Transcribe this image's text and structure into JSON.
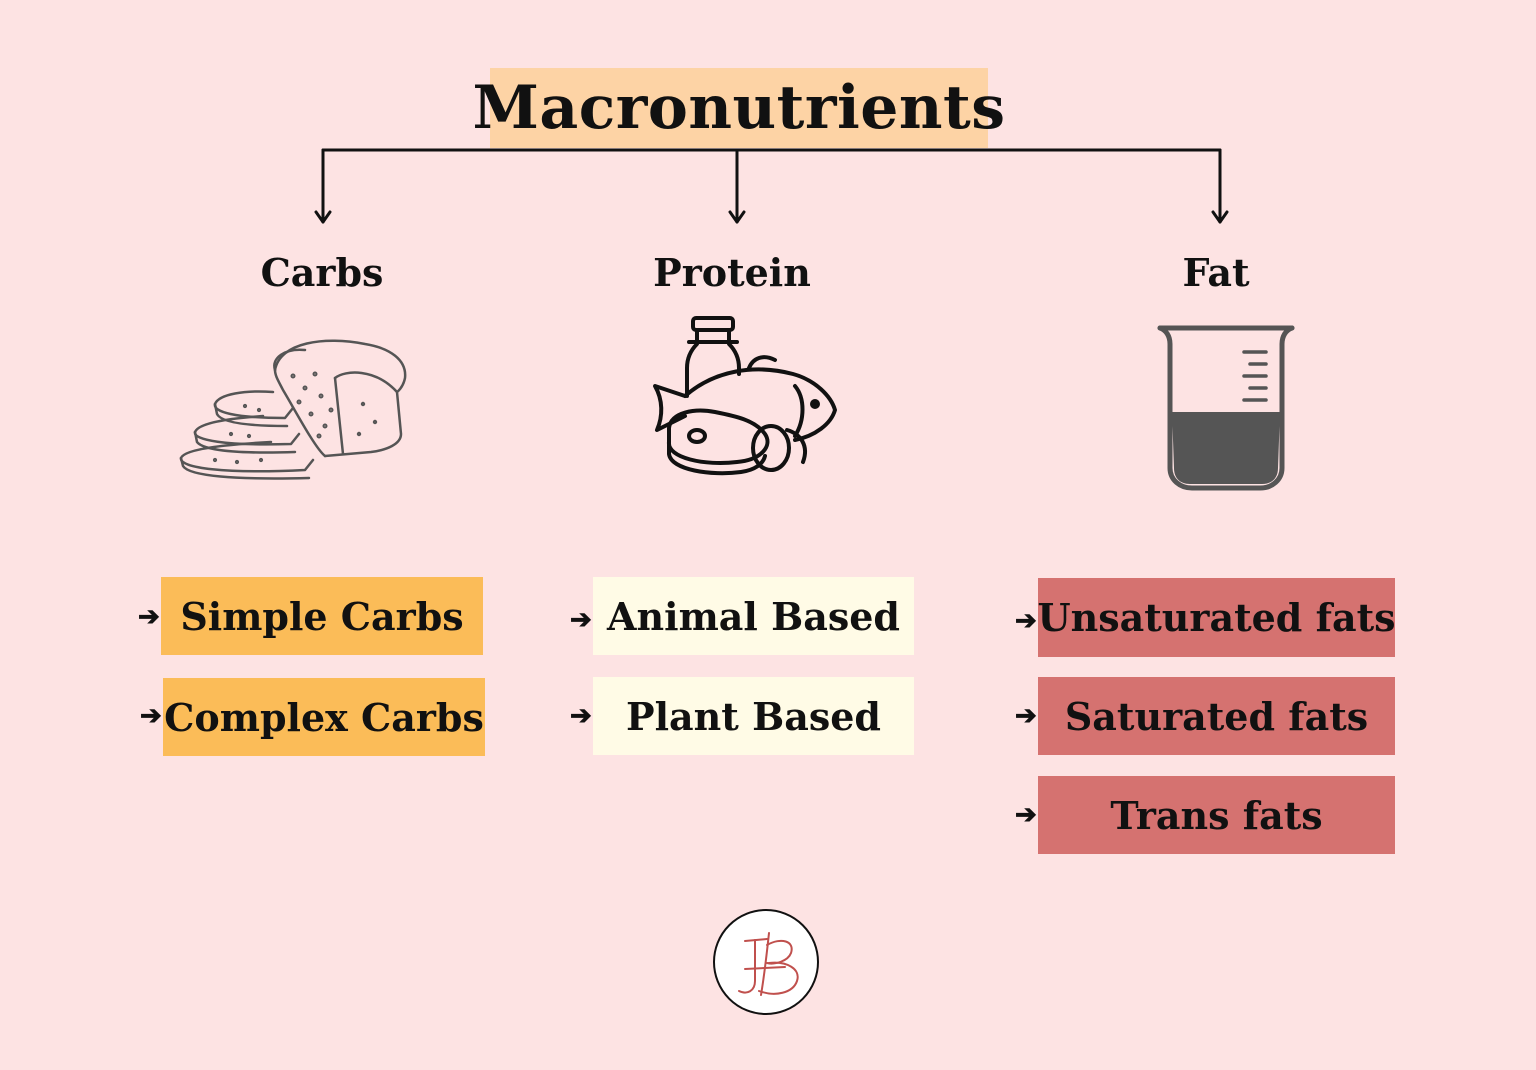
{
  "title": "Macronutrients",
  "categories": [
    {
      "label": "Carbs",
      "icon": "bread-loaf-icon",
      "items": [
        "Simple Carbs",
        "Complex Carbs"
      ]
    },
    {
      "label": "Protein",
      "icon": "protein-foods-icon",
      "items": [
        "Animal Based",
        "Plant Based"
      ]
    },
    {
      "label": "Fat",
      "icon": "beaker-icon",
      "items": [
        "Unsaturated fats",
        "Saturated fats",
        "Trans fats"
      ]
    }
  ],
  "colors": {
    "background": "#fde3e3",
    "title_box": "#fdd3a5",
    "carbs_box": "#fbbc58",
    "protein_box": "#fffbe6",
    "fat_box": "#d57270",
    "logo_ink": "#c0504d"
  },
  "logo": {
    "icon": "monogram-logo"
  }
}
